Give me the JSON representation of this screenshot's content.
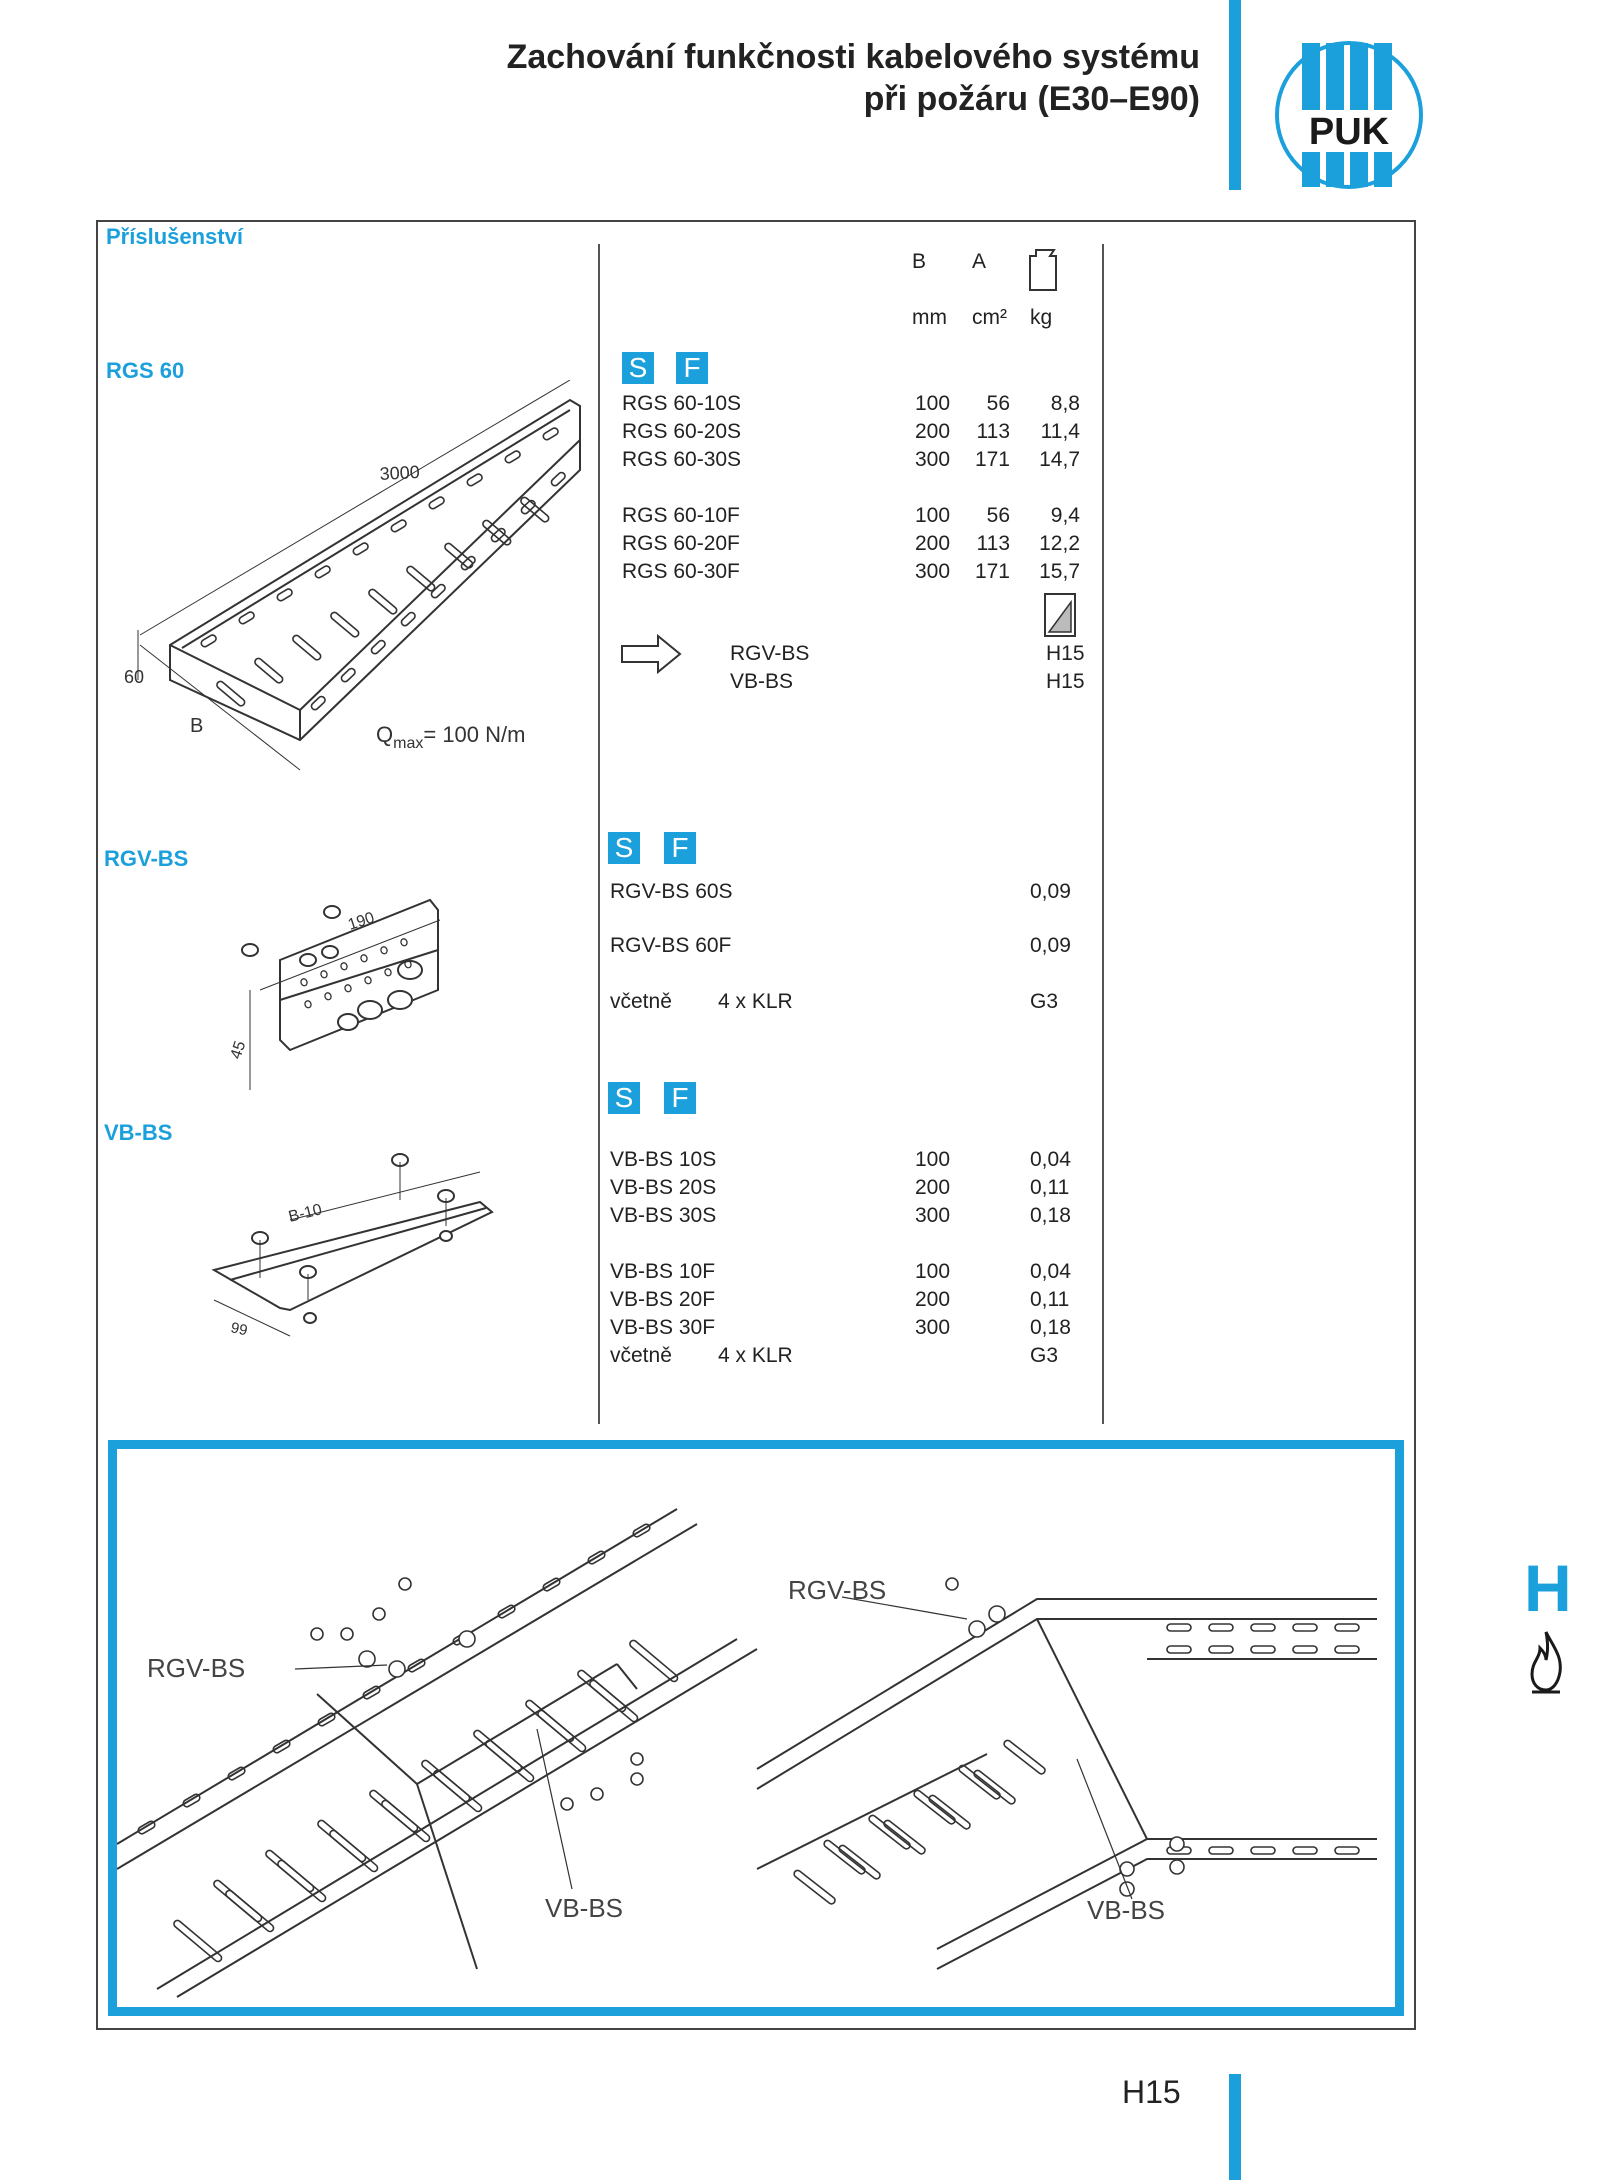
{
  "header": {
    "title_line1": "Zachování funkčnosti kabelového systému",
    "title_line2": "při požáru (E30–E90)",
    "logo_text": "PUK"
  },
  "section_label": "Příslušenství",
  "columns": {
    "b": "B",
    "a": "A",
    "mm": "mm",
    "cm2": "cm²",
    "kg": "kg"
  },
  "sf": {
    "s": "S",
    "f": "F"
  },
  "rgs": {
    "label": "RGS 60",
    "rows_s": [
      {
        "name": "RGS 60-10S",
        "b": "100",
        "a": "56",
        "kg": "8,8"
      },
      {
        "name": "RGS 60-20S",
        "b": "200",
        "a": "113",
        "kg": "11,4"
      },
      {
        "name": "RGS 60-30S",
        "b": "300",
        "a": "171",
        "kg": "14,7"
      }
    ],
    "rows_f": [
      {
        "name": "RGS 60-10F",
        "b": "100",
        "a": "56",
        "kg": "9,4"
      },
      {
        "name": "RGS 60-20F",
        "b": "200",
        "a": "113",
        "kg": "12,2"
      },
      {
        "name": "RGS 60-30F",
        "b": "300",
        "a": "171",
        "kg": "15,7"
      }
    ],
    "refs": [
      {
        "name": "RGV-BS",
        "page": "H15"
      },
      {
        "name": "VB-BS",
        "page": "H15"
      }
    ],
    "drawing": {
      "length": "3000",
      "height": "60",
      "width": "B",
      "load": "Q",
      "load_sub": "max",
      "load_val": "= 100 N/m"
    }
  },
  "rgv": {
    "label": "RGV-BS",
    "rows": [
      {
        "name": "RGV-BS 60S",
        "kg": "0,09"
      },
      {
        "name": "RGV-BS 60F",
        "kg": "0,09"
      }
    ],
    "incl": {
      "word": "včetně",
      "item": "4 x KLR",
      "ref": "G3"
    },
    "drawing": {
      "dim1": "190",
      "dim2": "45"
    }
  },
  "vb": {
    "label": "VB-BS",
    "rows_s": [
      {
        "name": "VB-BS 10S",
        "b": "100",
        "kg": "0,04"
      },
      {
        "name": "VB-BS 20S",
        "b": "200",
        "kg": "0,11"
      },
      {
        "name": "VB-BS 30S",
        "b": "300",
        "kg": "0,18"
      }
    ],
    "rows_f": [
      {
        "name": "VB-BS 10F",
        "b": "100",
        "kg": "0,04"
      },
      {
        "name": "VB-BS 20F",
        "b": "200",
        "kg": "0,11"
      },
      {
        "name": "VB-BS 30F",
        "b": "300",
        "kg": "0,18"
      }
    ],
    "incl": {
      "word": "včetně",
      "item": "4 x KLR",
      "ref": "G3"
    },
    "drawing": {
      "dim1": "B-10",
      "dim2": "99"
    }
  },
  "illustration": {
    "left_rgv": "RGV-BS",
    "left_vb": "VB-BS",
    "right_rgv": "RGV-BS",
    "right_vb": "VB-BS"
  },
  "side_letter": "H",
  "page_number": "H15",
  "colors": {
    "accent": "#1ca0dc",
    "text": "#222222"
  }
}
